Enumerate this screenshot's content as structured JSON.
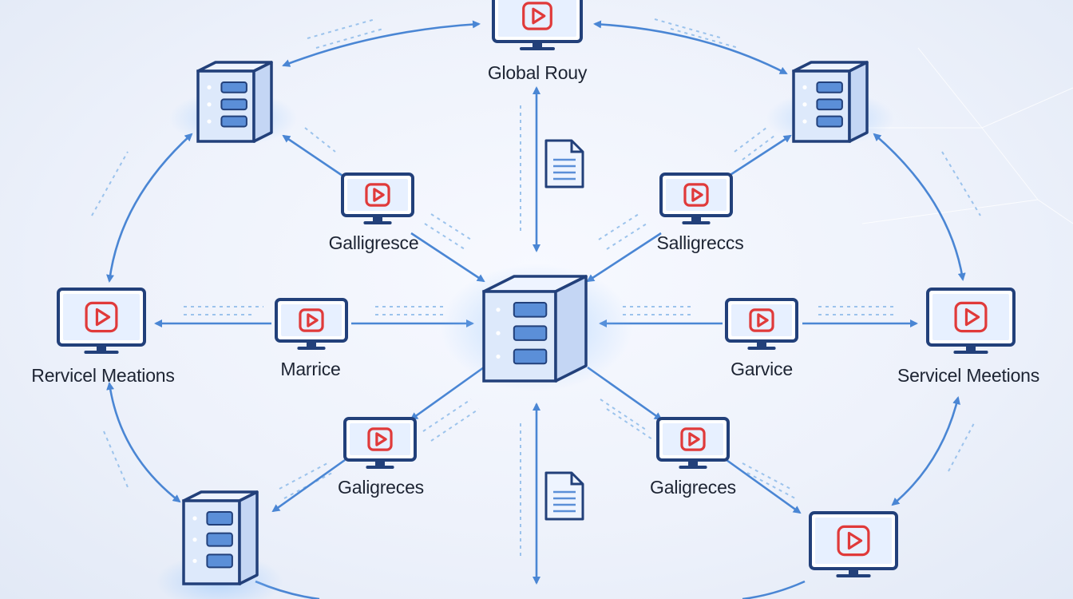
{
  "colors": {
    "arrow": "#4a86d4",
    "dash": "#9cc3ec",
    "frame": "#22407a",
    "play": "#e03a3a",
    "server_front": "#dde9fb",
    "server_side": "#c4d6f4",
    "server_top": "#eef4ff",
    "slot": "#5b8fd8"
  },
  "labels": {
    "top": "Global Rouy",
    "upper_left_inner": "Galligresce",
    "upper_right_inner": "Salligreccs",
    "left_outer": "Rervicel Meations",
    "left_inner": "Marrice",
    "right_inner": "Garvice",
    "right_outer": "Servicel Meetions",
    "lower_left_inner": "Galigreces",
    "lower_right_inner": "Galigreces"
  },
  "icons": {
    "monitor": "monitor-play-icon",
    "server": "server-icon",
    "document": "document-icon"
  }
}
